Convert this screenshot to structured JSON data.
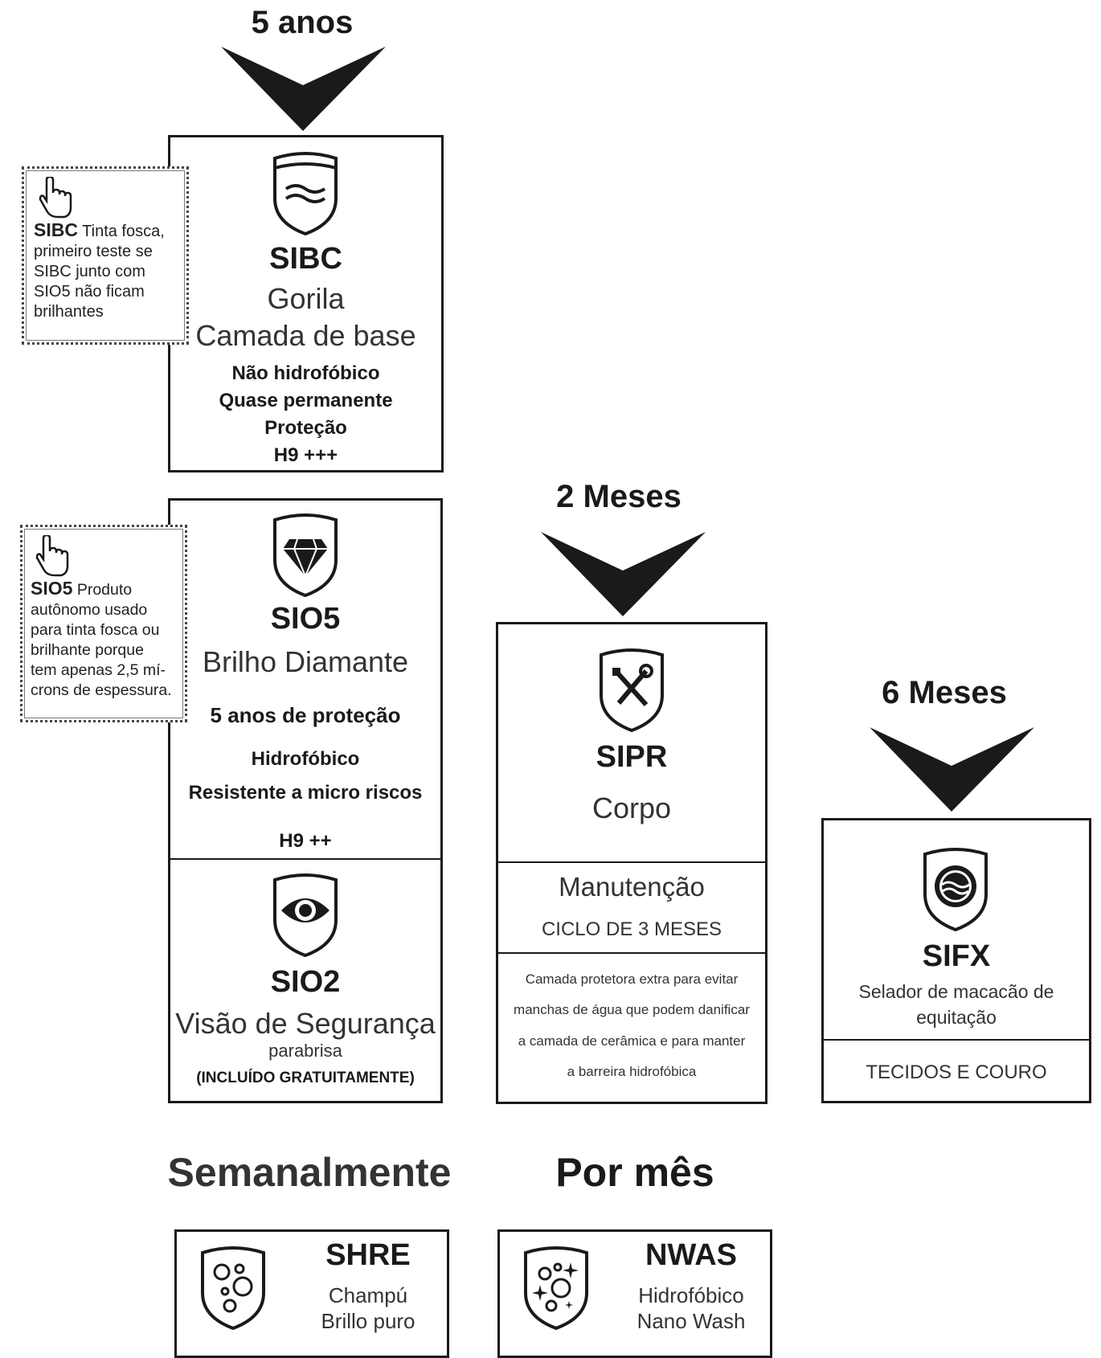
{
  "headers": {
    "five_years": "5 anos",
    "two_months": "2 Meses",
    "six_months": "6 Meses",
    "weekly": "Semanalmente",
    "monthly": "Por mês"
  },
  "sibc": {
    "name": "SIBC",
    "line1": "Gorila",
    "line2": "Camada de base",
    "features": [
      "Não hidrofóbico",
      "Quase permanente",
      "Proteção",
      "H9 +++"
    ]
  },
  "sio5": {
    "name": "SIO5",
    "subtitle": "Brilho Diamante",
    "protection": "5 anos de proteção",
    "features": [
      "Hidrofóbico",
      "Resistente a micro riscos"
    ],
    "hardness": "H9 ++"
  },
  "sio2": {
    "name": "SIO2",
    "subtitle": "Visão de Segurança",
    "sub2": "parabrisa",
    "note": "(INCLUÍDO GRATUITAMENTE)"
  },
  "sipr": {
    "name": "SIPR",
    "subtitle": "Corpo",
    "maintenance": "Manutenção",
    "cycle": "CICLO DE 3 MESES",
    "description": [
      "Camada protetora extra para evitar",
      "manchas de água que podem danificar",
      "a camada de cerâmica e para manter",
      "a barreira hidrofóbica"
    ]
  },
  "sifx": {
    "name": "SIFX",
    "subtitle_l1": "Selador de macacão de",
    "subtitle_l2": "equitação",
    "footer": "TECIDOS E COURO"
  },
  "shre": {
    "name": "SHRE",
    "line1": "Champú",
    "line2": "Brillo puro"
  },
  "nwas": {
    "name": "NWAS",
    "line1": "Hidrofóbico",
    "line2": "Nano Wash"
  },
  "notes": {
    "sibc": {
      "title": "SIBC",
      "text_first": " Tinta fosca,",
      "lines": [
        "primeiro teste se",
        "SIBC junto com",
        "SIO5 não ficam",
        "brilhantes"
      ]
    },
    "sio5": {
      "title": "SIO5",
      "text_first": " Produto",
      "lines": [
        "autônomo usado",
        "para tinta fosca ou",
        "brilhante porque",
        "tem apenas 2,5 mí-",
        "crons de espessura."
      ]
    }
  },
  "icons": {
    "chevron": "chevron-down-icon",
    "sibc": "shield-waves-icon",
    "sio5": "shield-diamond-icon",
    "sio2": "shield-eye-icon",
    "sipr": "shield-tools-icon",
    "sifx": "shield-water-circle-icon",
    "shre": "shield-bubbles-icon",
    "nwas": "shield-sparkle-bubbles-icon",
    "note": "pointing-hand-icon"
  },
  "colors": {
    "ink": "#1a1a1a",
    "header_grey": "#333333"
  }
}
